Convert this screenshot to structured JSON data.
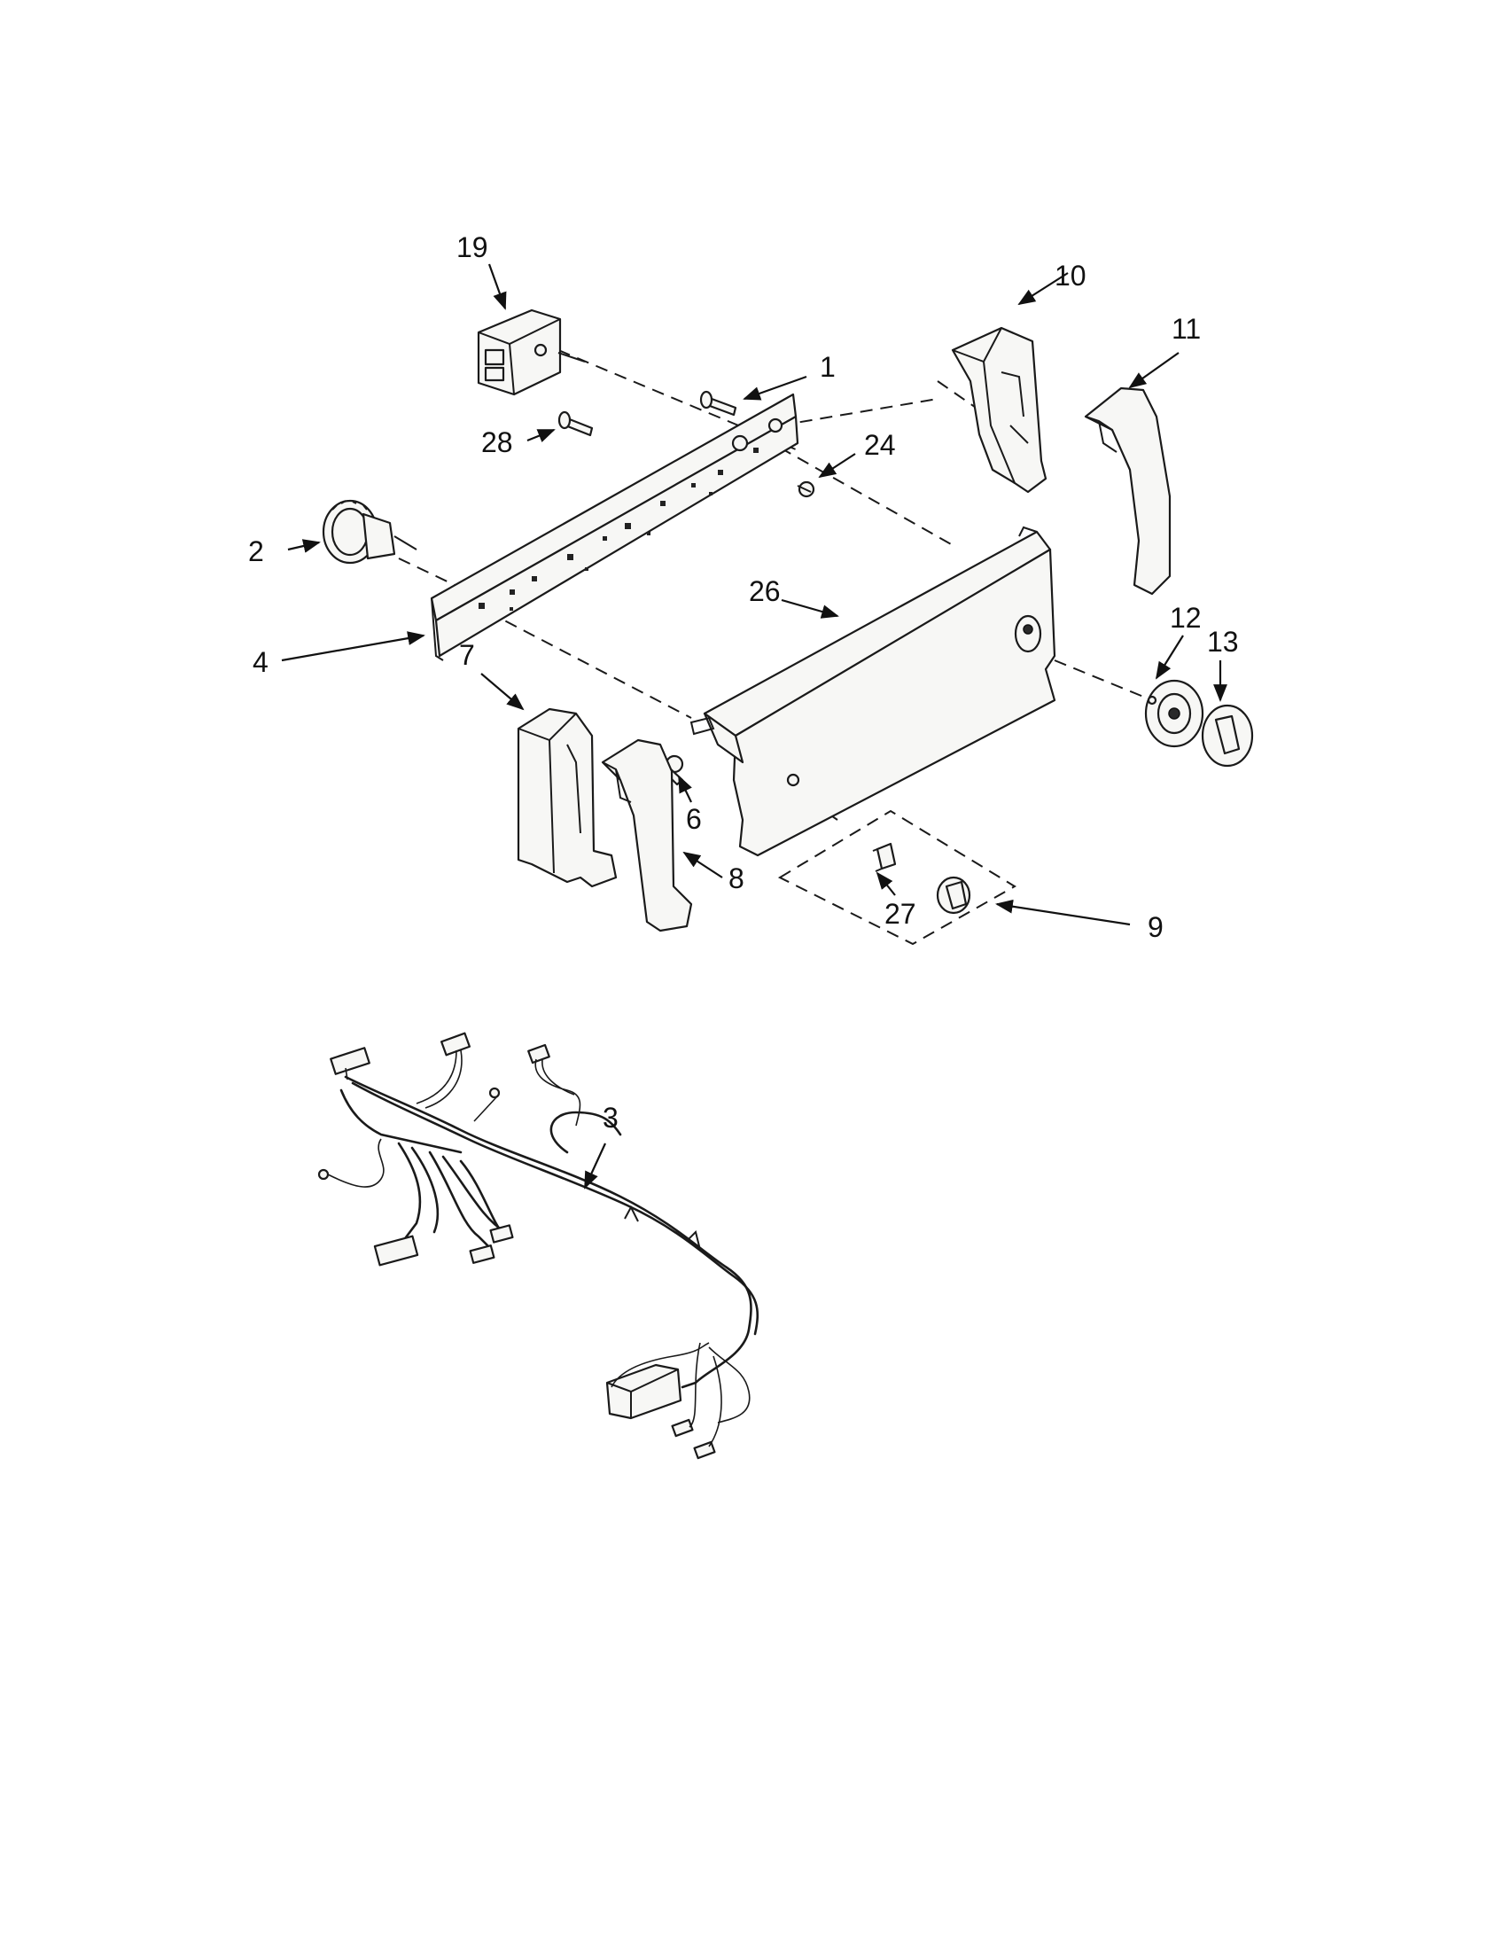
{
  "callouts": {
    "c1": "1",
    "c2": "2",
    "c3": "3",
    "c4": "4",
    "c6": "6",
    "c7": "7",
    "c8": "8",
    "c9": "9",
    "c10": "10",
    "c11": "11",
    "c12": "12",
    "c13": "13",
    "c19": "19",
    "c24": "24",
    "c26": "26",
    "c27": "27",
    "c28": "28"
  }
}
